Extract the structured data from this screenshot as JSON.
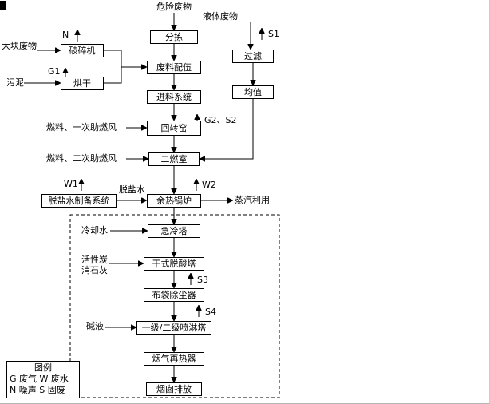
{
  "flow": {
    "source": "危险废物",
    "main": [
      "分拣",
      "废料配伍",
      "进料系统",
      "回转窑",
      "二燃室",
      "余热锅炉",
      "急冷塔",
      "干式脱酸塔",
      "布袋除尘器",
      "一级/二级喷淋塔",
      "烟气再热器",
      "烟囱排放"
    ],
    "left": {
      "bulky_waste": "大块废物",
      "crusher": "破碎机",
      "sludge": "污泥",
      "dryer": "烘干",
      "fuel_primary_air": "燃料、一次助燃风",
      "fuel_secondary_air": "燃料、二次助燃风",
      "demin_water_system": "脱盐水制备系统",
      "demin_water": "脱盐水",
      "cooling_water": "冷却水",
      "activated_carbon": "活性炭",
      "slaked_lime": "消石灰",
      "alkali_liquor": "碱液"
    },
    "right": {
      "liquid_waste": "液体废物",
      "filter": "过滤",
      "equalize": "均值",
      "steam_use": "蒸汽利用"
    },
    "emissions": {
      "n": "N",
      "g1": "G1",
      "s1": "S1",
      "g2_s2": "G2、S2",
      "w1": "W1",
      "w2": "W2",
      "s3": "S3",
      "s4": "S4"
    },
    "legend": {
      "title": "图例",
      "row1": "G 废气 W 废水",
      "row2": "N 噪声 S 固废"
    }
  }
}
